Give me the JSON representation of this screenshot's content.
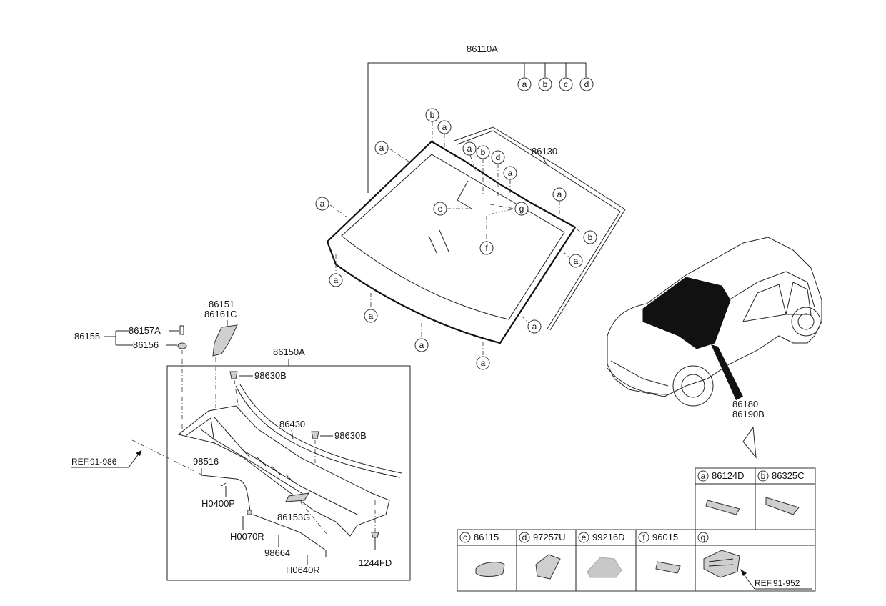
{
  "labels": {
    "p86110A": "86110A",
    "p86130": "86130",
    "p86151": "86151",
    "p86161C": "86161C",
    "p86155": "86155",
    "p86157A": "86157A",
    "p86156": "86156",
    "p86150A": "86150A",
    "p98630B_1": "98630B",
    "p98630B_2": "98630B",
    "p86430": "86430",
    "p98516": "98516",
    "pH0400P": "H0400P",
    "p86153G": "86153G",
    "pH0070R": "H0070R",
    "p98664": "98664",
    "pH0640R": "H0640R",
    "p1244FD": "1244FD",
    "p86180": "86180",
    "p86190B": "86190B",
    "ref_left": "REF.91-986",
    "ref_table": "REF.91-952"
  },
  "circles": {
    "a": "a",
    "b": "b",
    "c": "c",
    "d": "d",
    "e": "e",
    "f": "f",
    "g": "g"
  },
  "legend": {
    "row1": [
      {
        "key": "a",
        "part": "86124D"
      },
      {
        "key": "b",
        "part": "86325C"
      }
    ],
    "row2": [
      {
        "key": "c",
        "part": "86115"
      },
      {
        "key": "d",
        "part": "97257U"
      },
      {
        "key": "e",
        "part": "99216D"
      },
      {
        "key": "f",
        "part": "96015"
      },
      {
        "key": "g",
        "part": ""
      }
    ]
  }
}
